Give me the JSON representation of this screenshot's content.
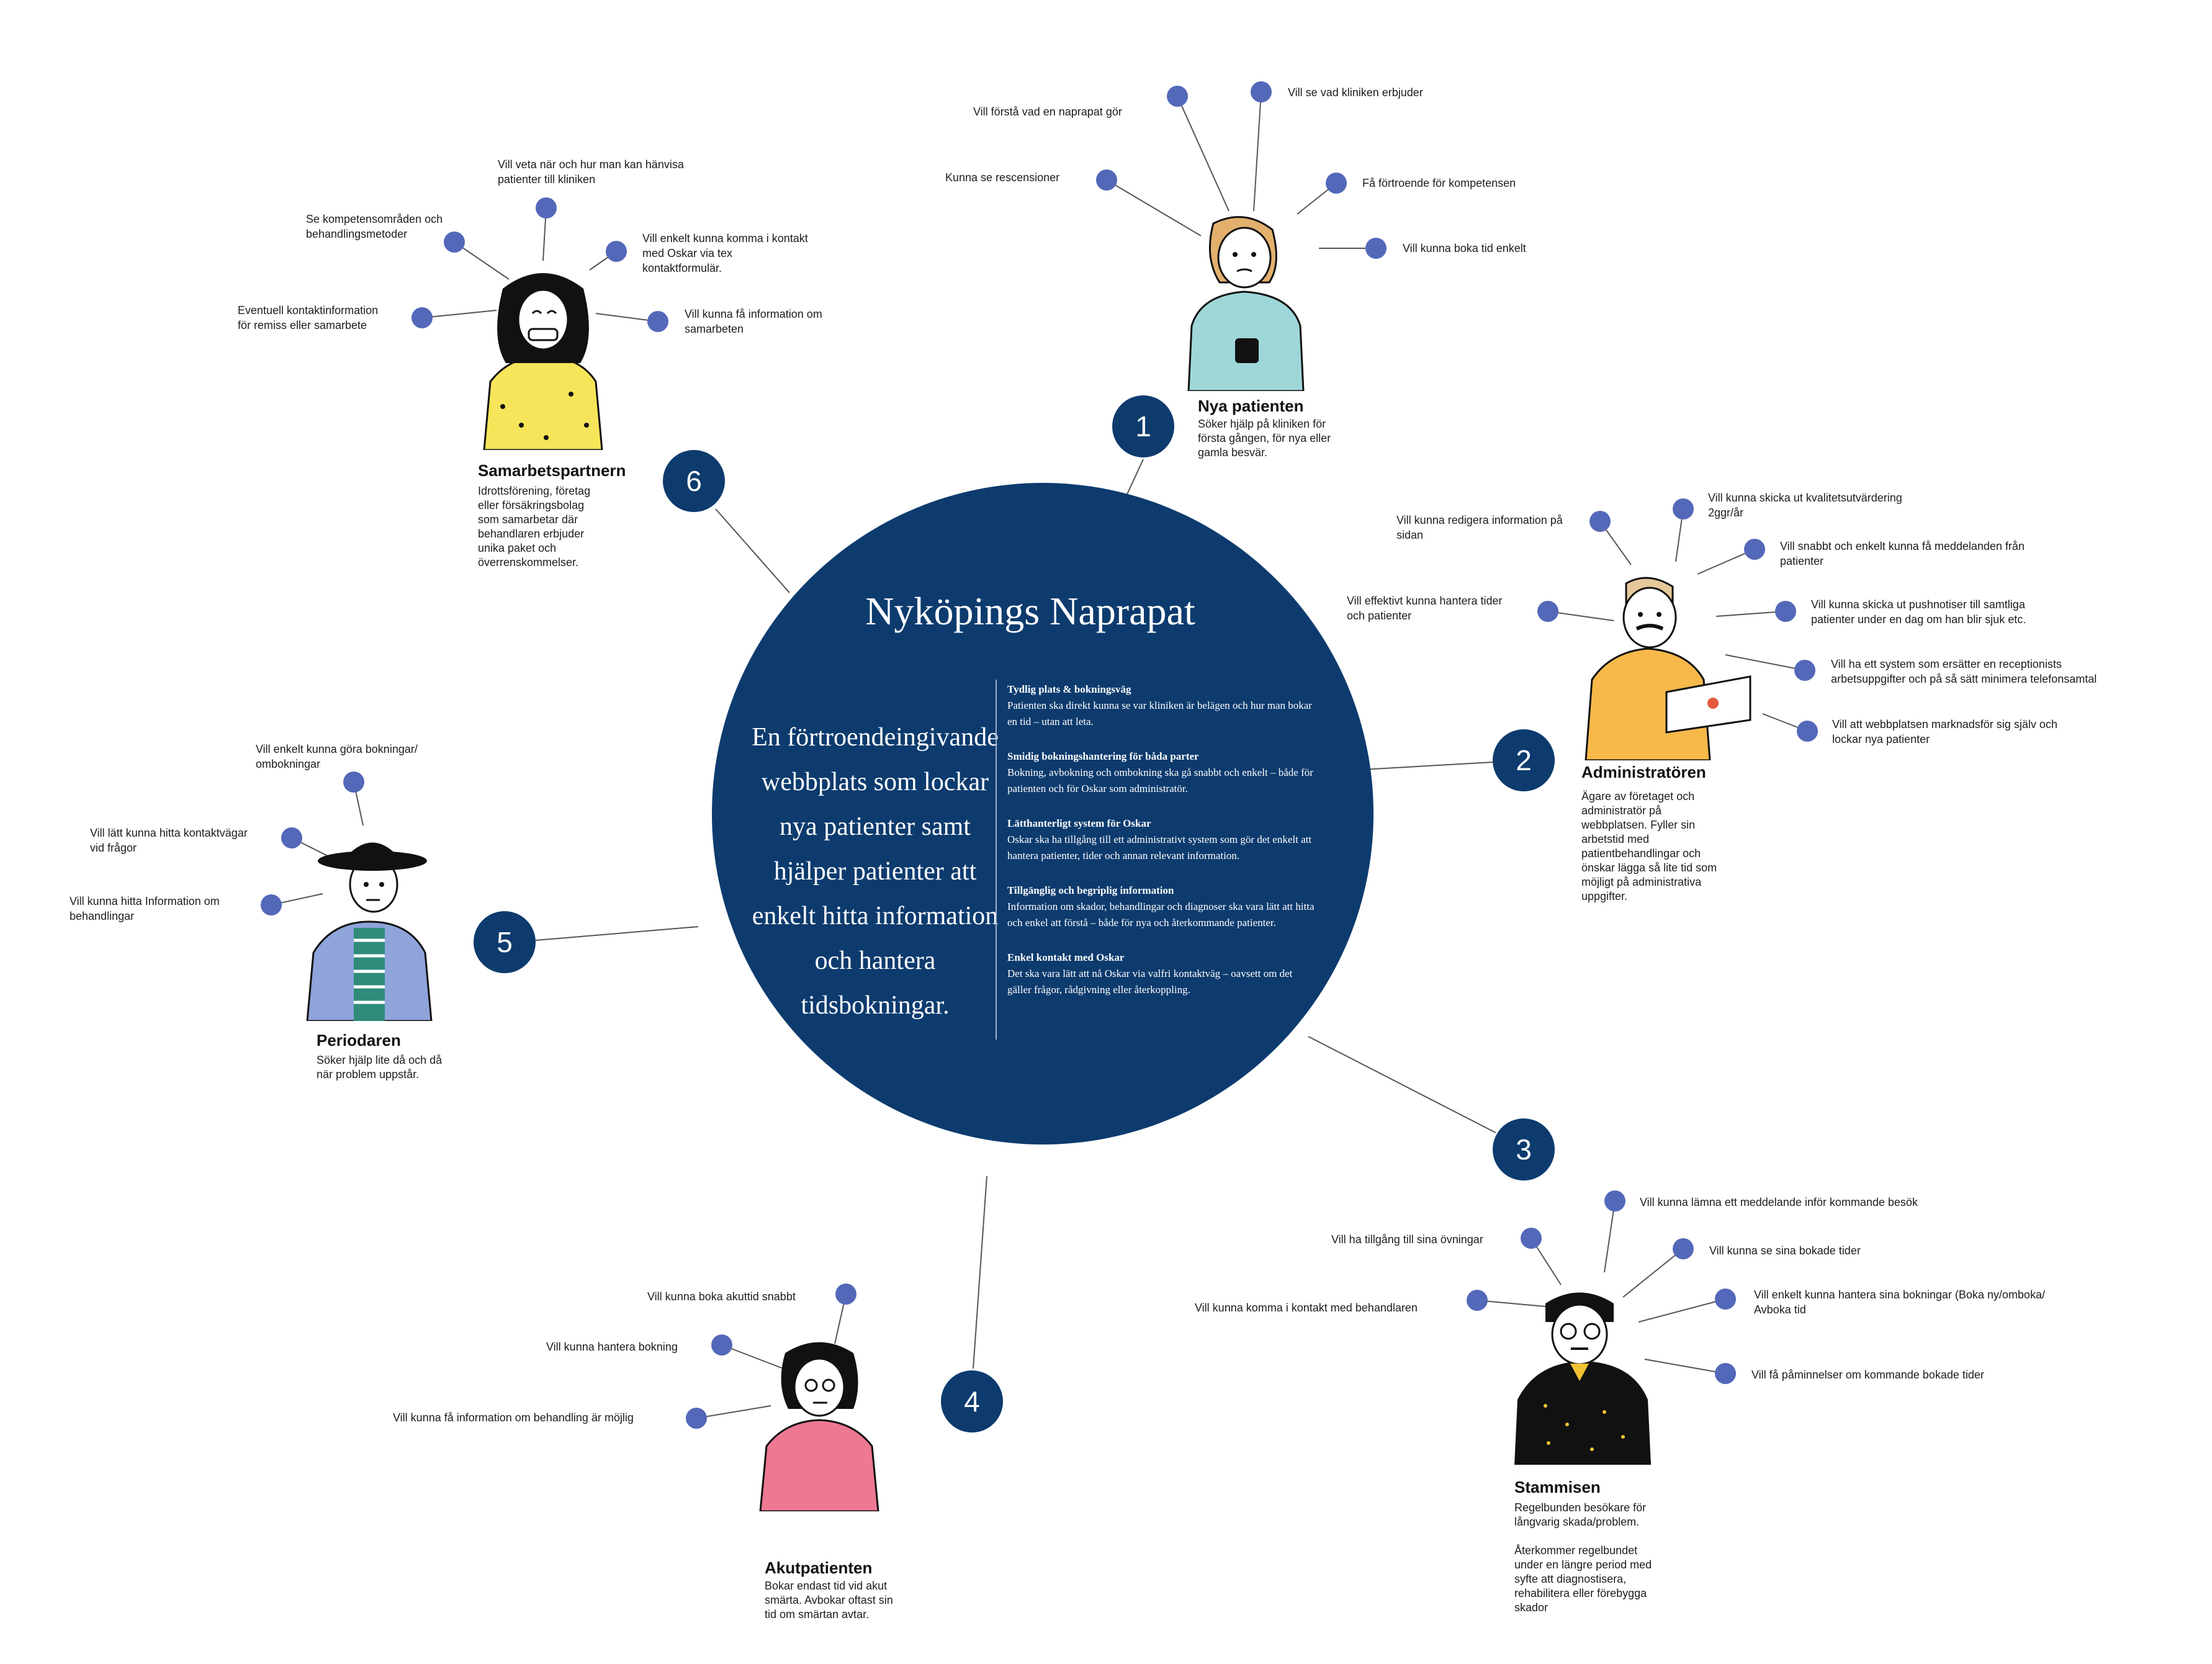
{
  "center": {
    "title": "Nyköpings Naprapat",
    "mission": "En förtroendeingivande webbplats som lockar nya patienter samt hjälper patienter att enkelt hitta information och hantera tidsbokningar.",
    "principles": [
      {
        "title": "Tydlig plats & bokningsväg",
        "text": "Patienten ska direkt kunna se var kliniken är belägen och hur man bokar en tid – utan att leta."
      },
      {
        "title": "Smidig bokningshantering för båda parter",
        "text": "Bokning, avbokning och ombokning ska gå snabbt och enkelt – både för patienten och för Oskar som administratör."
      },
      {
        "title": "Lätthanterligt system för Oskar",
        "text": "Oskar ska ha tillgång till ett administrativt system som gör det enkelt att hantera patienter, tider och annan relevant information."
      },
      {
        "title": "Tillgänglig och begriplig information",
        "text": "Information om skador, behandlingar och diagnoser ska vara lätt att hitta och enkel att förstå – både för nya och återkommande patienter."
      },
      {
        "title": "Enkel kontakt med Oskar",
        "text": "Det ska vara lätt att nå Oskar via valfri kontaktväg – oavsett om det gäller frågor, rådgivning eller återkoppling."
      }
    ]
  },
  "colors": {
    "hub": "#0d3b6e",
    "dot": "#5468b9",
    "line": "#555555"
  },
  "personas": [
    {
      "number": "1",
      "name": "Nya patienten",
      "description": "Söker hjälp på kliniken för\nförsta gången, för nya eller\ngamla besvär.",
      "needs": [
        "Vill förstå vad en naprapat gör",
        "Vill se vad kliniken erbjuder",
        "Kunna se rescensioner",
        "Få förtroende för kompetensen",
        "Vill kunna boka tid enkelt"
      ]
    },
    {
      "number": "2",
      "name": "Administratören",
      "description": "Ägare av företaget och\nadministratör på\nwebbplatsen. Fyller sin\narbetstid med\npatientbehandlingar och\nönskar lägga så lite tid som\nmöjligt på administrativa\nuppgifter.",
      "needs": [
        "Vill kunna redigera information på\nsidan",
        "Vill kunna skicka ut kvalitetsutvärdering\n2ggr/år",
        "Vill snabbt och enkelt kunna få meddelanden från\npatienter",
        "Vill effektivt kunna hantera tider\noch patienter",
        "Vill kunna skicka ut pushnotiser till samtliga\npatienter under en dag om han blir sjuk etc.",
        "Vill ha ett system som ersätter en receptionists\narbetsuppgifter och på så sätt minimera telefonsamtal",
        "Vill att webbplatsen marknadsför sig själv och\nlockar nya patienter"
      ]
    },
    {
      "number": "3",
      "name": "Stammisen",
      "description": "Regelbunden besökare för\nlångvarig skada/problem.\n\nÅterkommer regelbundet\nunder en längre period med\nsyfte att diagnostisera,\nrehabilitera eller förebygga\nskador",
      "needs": [
        "Vill kunna lämna ett meddelande inför kommande besök",
        "Vill ha tillgång till sina övningar",
        "Vill kunna se sina bokade tider",
        "Vill kunna komma i kontakt med behandlaren",
        "Vill enkelt kunna hantera sina bokningar (Boka ny/omboka/\nAvboka tid",
        "Vill få påminnelser om kommande bokade tider"
      ]
    },
    {
      "number": "4",
      "name": "Akutpatienten",
      "description": "Bokar endast tid vid akut\nsmärta. Avbokar oftast sin\ntid om smärtan avtar.",
      "needs": [
        "Vill kunna boka akuttid snabbt",
        "Vill kunna hantera bokning",
        "Vill kunna få information om behandling är möjlig"
      ]
    },
    {
      "number": "5",
      "name": "Periodaren",
      "description": "Söker hjälp lite då och då\nnär problem uppstår.",
      "needs": [
        "Vill enkelt kunna göra bokningar/\nombokningar",
        "Vill lätt kunna hitta kontaktvägar\nvid frågor",
        "Vill kunna hitta Information om\nbehandlingar"
      ]
    },
    {
      "number": "6",
      "name": "Samarbetspartnern",
      "description": "Idrottsförening, företag\neller försäkringsbolag\nsom samarbetar där\nbehandlaren erbjuder\nunika paket och\növerrenskommelser.",
      "needs": [
        "Vill veta när och hur man kan hänvisa\npatienter till kliniken",
        "Se kompetensområden och\nbehandlingsmetoder",
        "Vill enkelt kunna komma i kontakt\nmed Oskar via tex\nkontaktformulär.",
        "Eventuell kontaktinformation\nför remiss eller samarbete",
        "Vill kunna få information om\nsamarbeten"
      ]
    }
  ]
}
